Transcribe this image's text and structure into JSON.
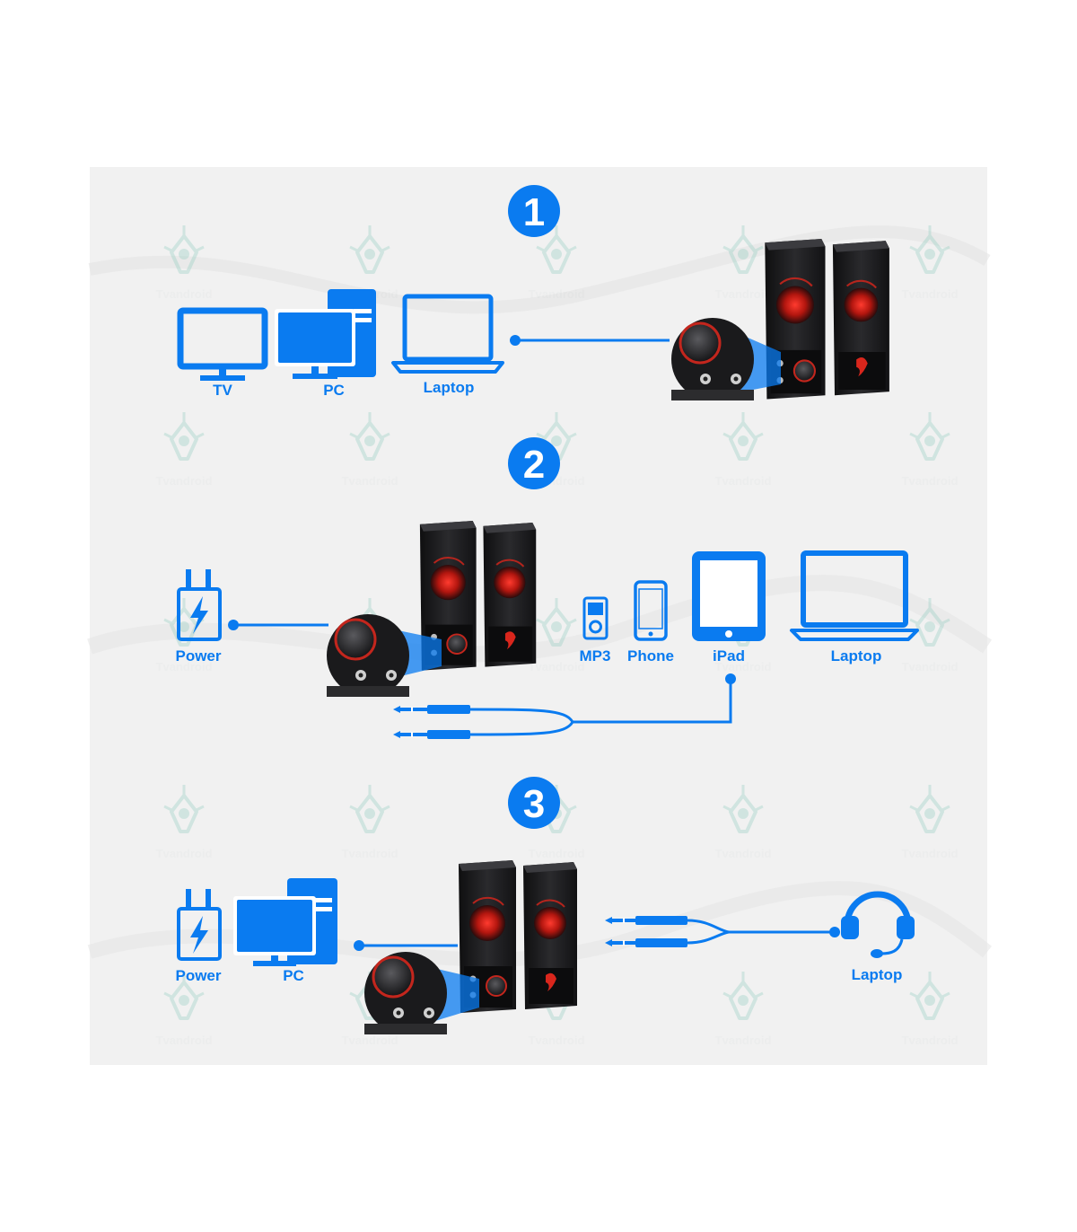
{
  "colors": {
    "accent": "#0a7bf0",
    "panel": "#f1f1f1",
    "speaker_body": "#1b1b1d",
    "speaker_glow": "#d9261c",
    "watermark": "#7cc6b5"
  },
  "watermark_text": "Tvandroid",
  "step1": {
    "number": "1",
    "sources": [
      {
        "label": "TV",
        "icon": "tv-icon"
      },
      {
        "label": "PC",
        "icon": "desktop-pc-icon"
      },
      {
        "label": "Laptop",
        "icon": "laptop-icon"
      }
    ]
  },
  "step2": {
    "number": "2",
    "power_label": "Power",
    "devices": [
      {
        "label": "MP3",
        "icon": "mp3-player-icon"
      },
      {
        "label": "Phone",
        "icon": "phone-icon"
      },
      {
        "label": "iPad",
        "icon": "tablet-icon"
      },
      {
        "label": "Laptop",
        "icon": "laptop-icon"
      }
    ]
  },
  "step3": {
    "number": "3",
    "power_label": "Power",
    "pc_label": "PC",
    "headset_label": "Laptop"
  }
}
